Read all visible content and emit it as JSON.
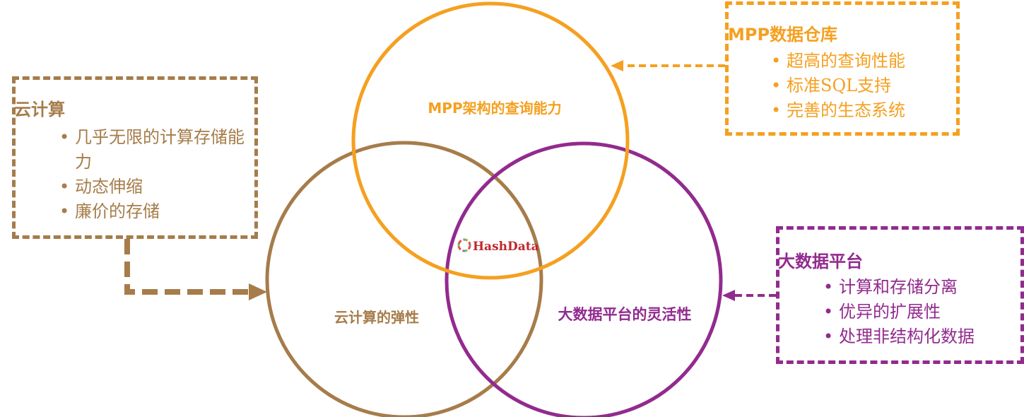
{
  "colors": {
    "cloud": "#a67c4a",
    "mpp": "#f5a020",
    "bigdata": "#922b8e",
    "logo_text": "#c0282e"
  },
  "circles": {
    "mpp_label": "MPP架构的查询能力",
    "cloud_label": "云计算的弹性",
    "bigdata_label": "大数据平台的灵活性"
  },
  "logo": {
    "text": "HashData",
    "icon": "hashdata-logo-icon"
  },
  "cloud_box": {
    "title": "云计算",
    "items": [
      "几乎无限的计算存储能力",
      "动态伸缩",
      "廉价的存储"
    ]
  },
  "mpp_box": {
    "title": "MPP数据仓库",
    "items": [
      "超高的查询性能",
      "标准SQL支持",
      "完善的生态系统"
    ]
  },
  "bigdata_box": {
    "title": "大数据平台",
    "items": [
      "计算和存储分离",
      "优异的扩展性",
      "处理非结构化数据"
    ]
  }
}
